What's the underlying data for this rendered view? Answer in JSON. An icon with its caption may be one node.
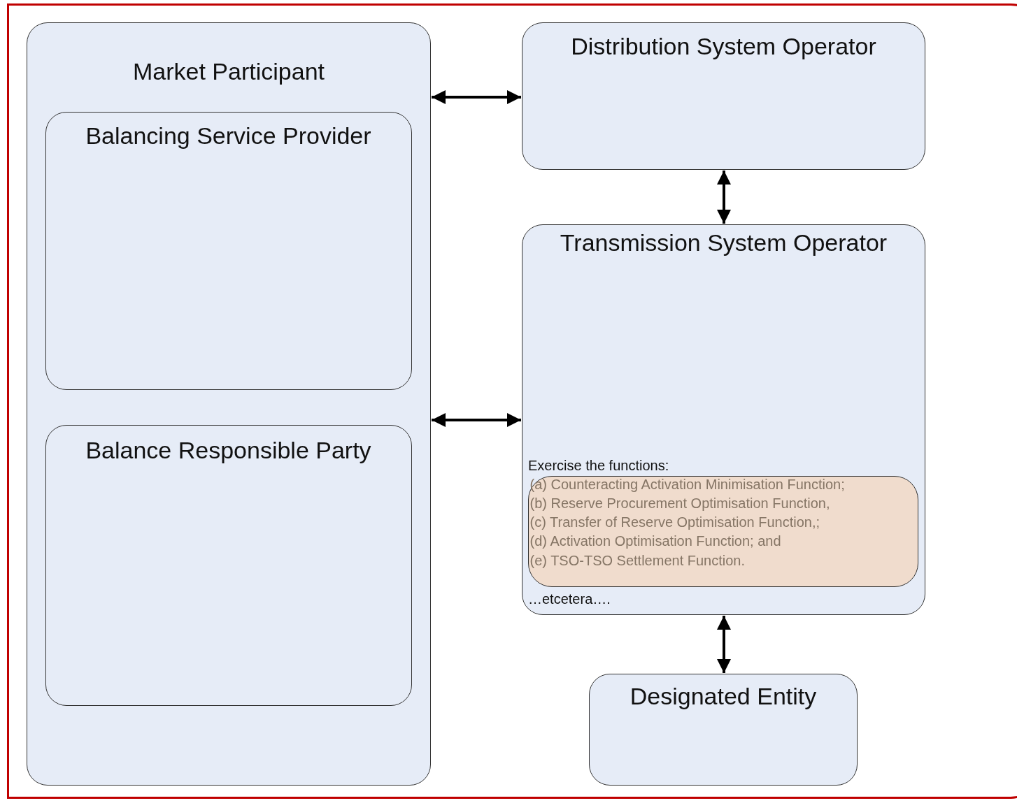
{
  "diagram": {
    "nodes": [
      {
        "text": [
          "Market Participant"
        ]
      },
      {
        "text": [
          "Balancing Service Provider"
        ],
        "in": 0
      },
      {
        "text": [
          "Balance Responsible Party"
        ],
        "in": 0
      },
      {
        "text": [
          "Distribution System Operator"
        ]
      },
      {
        "text": [
          "Transmission System Operator",
          "Exercise the functions:",
          "…etcetera…."
        ]
      },
      {
        "text": [
          "(a) Counteracting Activation Minimisation Function;",
          "(b) Reserve Procurement Optimisation Function,",
          "(c) Transfer of Reserve Optimisation Function,;",
          "(d) Activation Optimisation Function; and",
          "(e) TSO-TSO Settlement Function."
        ],
        "in": 4
      },
      {
        "text": [
          "Designated Entity"
        ]
      }
    ],
    "edges": [
      {
        "from": 0,
        "to": 3,
        "arrow": "both"
      },
      {
        "from": 3,
        "to": 4,
        "arrow": "both"
      },
      {
        "from": 0,
        "to": 4,
        "arrow": "both"
      },
      {
        "from": 4,
        "to": 6,
        "arrow": "both"
      }
    ]
  }
}
